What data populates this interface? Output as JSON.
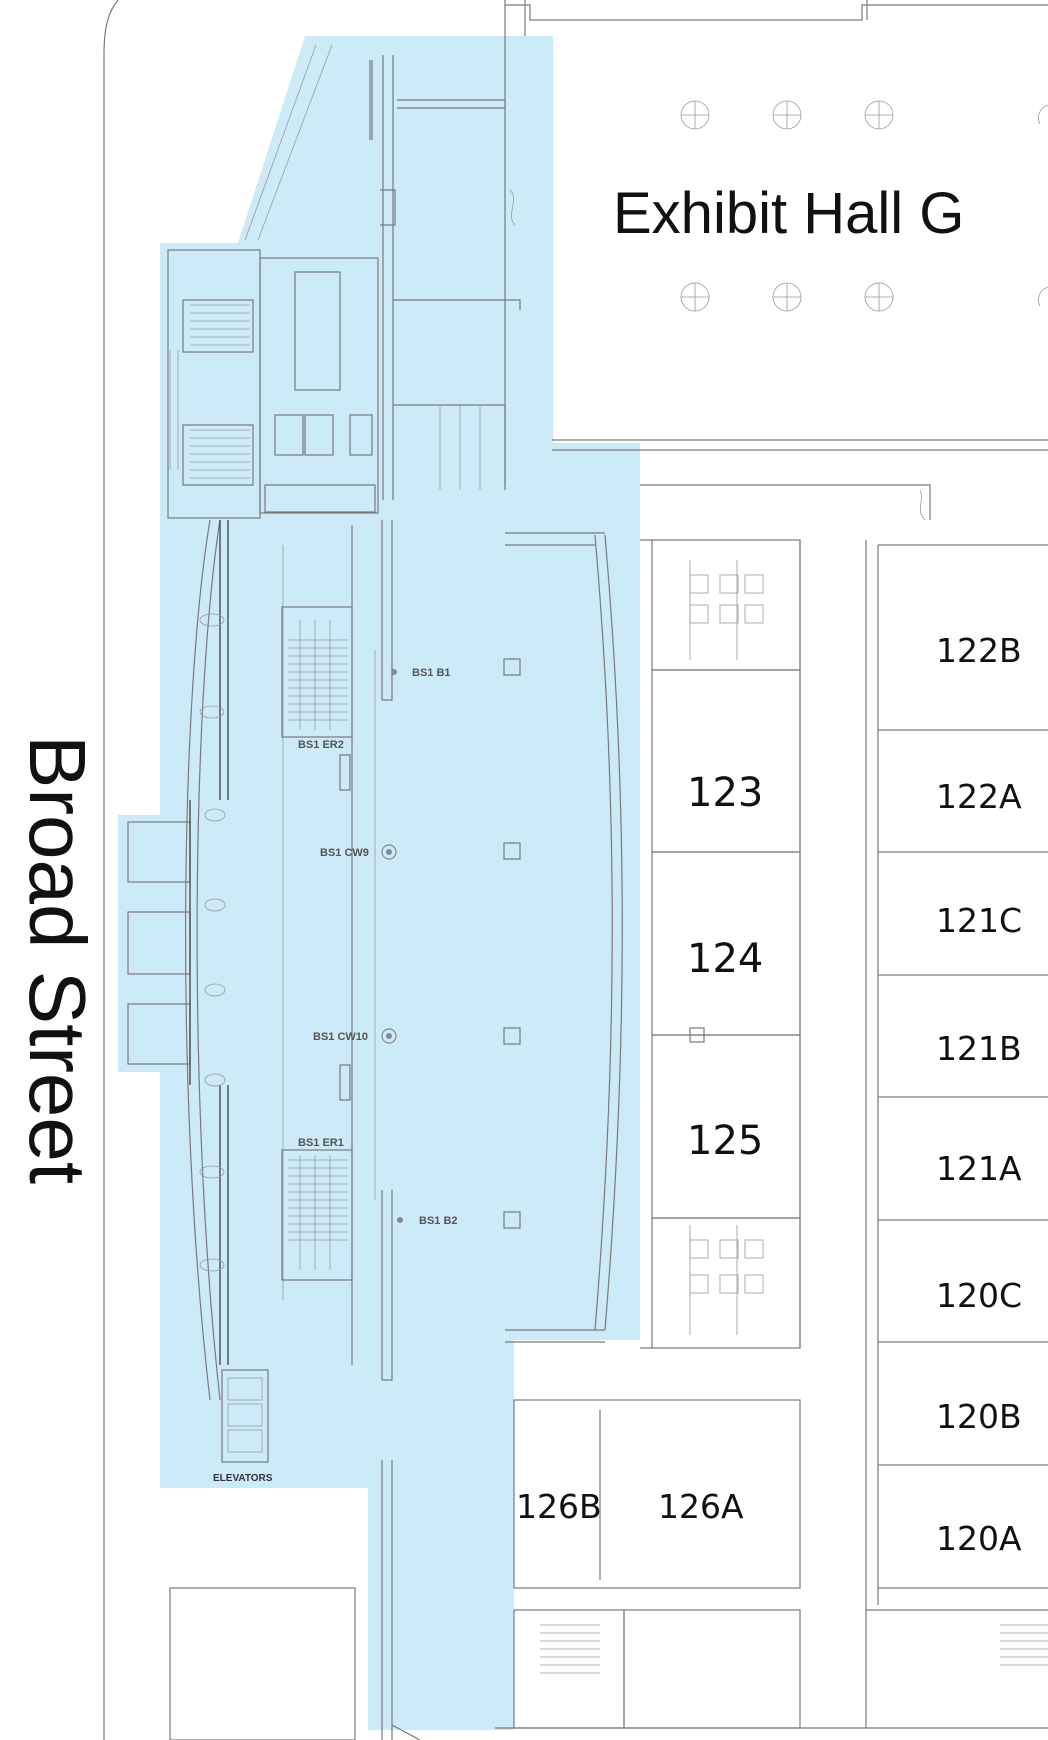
{
  "hall": {
    "label": "Exhibit Hall G"
  },
  "street": {
    "label": "Broad Street"
  },
  "highlight_color": "#cdeaf8",
  "rooms": {
    "r122B": "122B",
    "r122A": "122A",
    "r121C": "121C",
    "r121B": "121B",
    "r121A": "121A",
    "r120C": "120C",
    "r120B": "120B",
    "r120A": "120A",
    "r123": "123",
    "r124": "124",
    "r125": "125",
    "r126B": "126B",
    "r126A": "126A"
  },
  "points": {
    "b1": "BS1 B1",
    "er2": "BS1 ER2",
    "cw9": "BS1 CW9",
    "cw10": "BS1 CW10",
    "er1": "BS1 ER1",
    "b2": "BS1 B2",
    "elevators": "ELEVATORS"
  }
}
